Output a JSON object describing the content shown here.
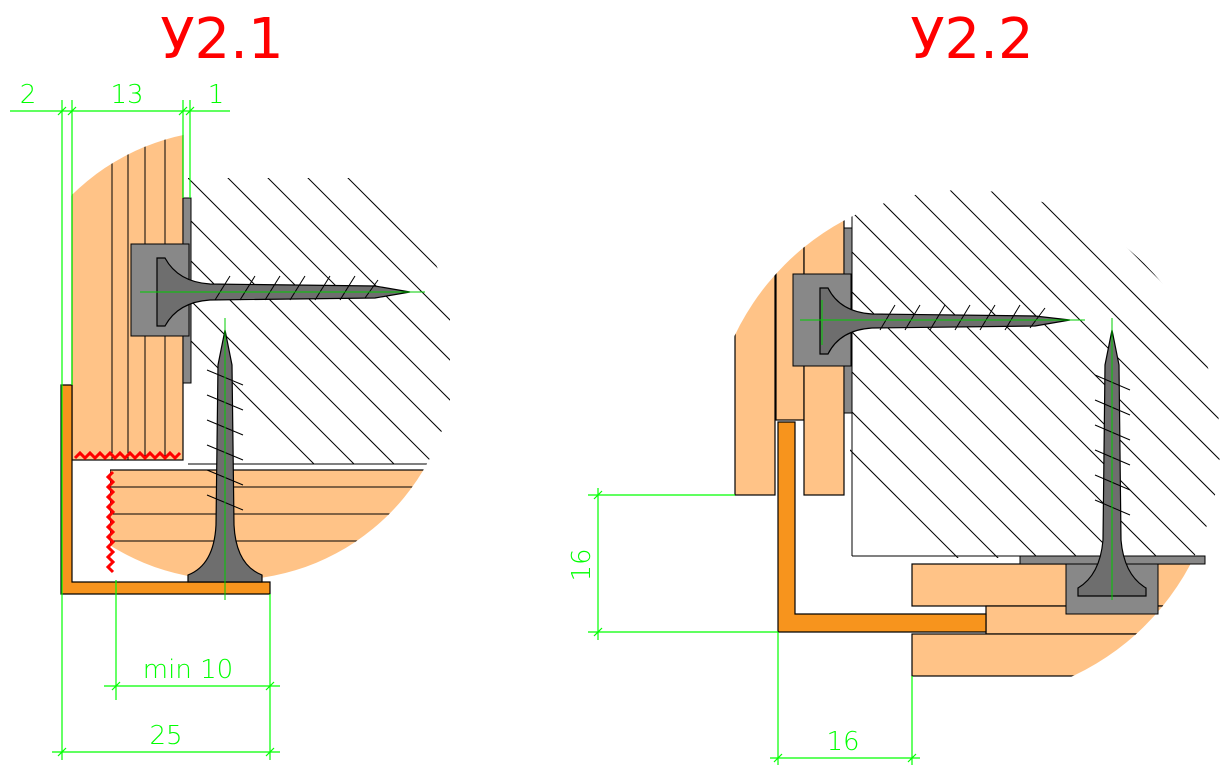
{
  "details": [
    {
      "title": "У2.1",
      "dimensions": {
        "top": [
          "2",
          "13",
          "1"
        ],
        "min": "min 10",
        "bottom": "25"
      }
    },
    {
      "title": "У2.2",
      "dimensions": {
        "vertical": "16",
        "bottom": "16"
      }
    }
  ],
  "colors": {
    "title": "#ff0000",
    "dimension": "#00ff00",
    "wood": "#ffc387",
    "profile": "#f7941d",
    "screw": "#6e6e6e",
    "cut_line": "#ff0000"
  }
}
